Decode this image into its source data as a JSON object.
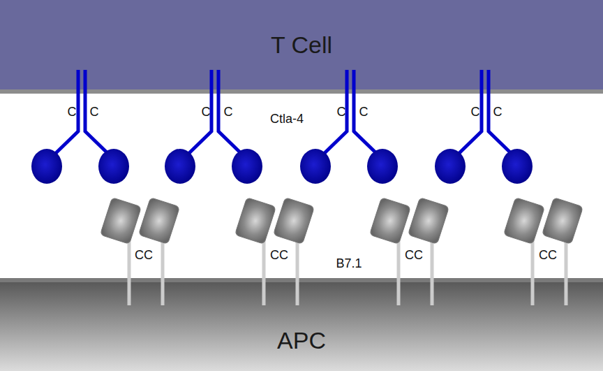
{
  "diagram": {
    "nodes": [
      {
        "text": [
          "T Cell"
        ]
      },
      {
        "text": [
          "APC"
        ]
      }
    ],
    "labels": [
      "C",
      "C",
      "C",
      "C",
      "Ctla-4",
      "C",
      "C",
      "C",
      "C",
      "CC",
      "CC",
      "B7.1",
      "CC",
      "CC"
    ]
  }
}
